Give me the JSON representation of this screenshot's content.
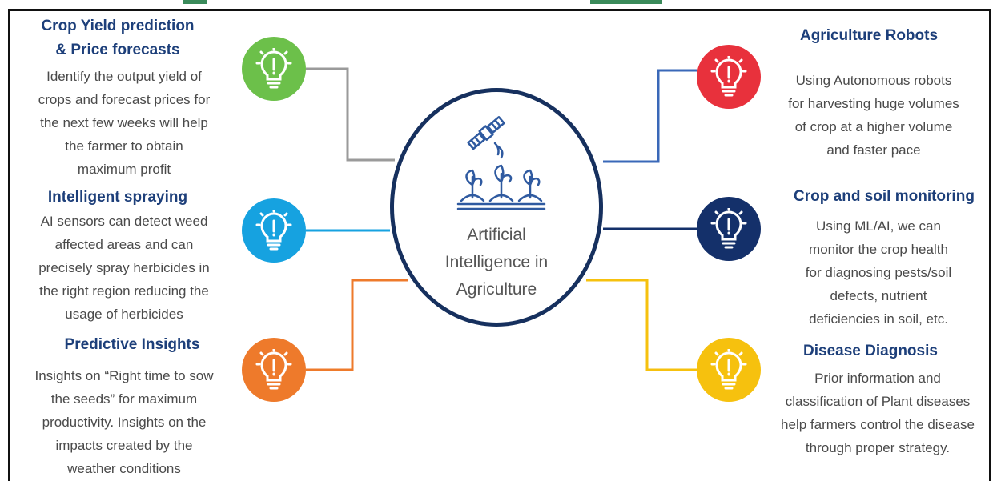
{
  "hub": {
    "label_lines": [
      "Artificial",
      "Intelligence in",
      "Agriculture"
    ],
    "icon": "satellite-plants-icon"
  },
  "left": [
    {
      "title_lines": [
        "Crop Yield prediction",
        "& Price forecasts"
      ],
      "desc_lines": [
        "Identify the output yield of",
        "crops and forecast prices for",
        "the next few weeks will help",
        "the farmer to obtain",
        "maximum profit"
      ],
      "color": "#6cc04a",
      "icon": "lightbulb-icon"
    },
    {
      "title_lines": [
        "Intelligent spraying"
      ],
      "desc_lines": [
        "AI sensors can detect weed",
        "affected areas and can",
        "precisely spray herbicides in",
        "the right region reducing the",
        "usage of herbicides"
      ],
      "color": "#16a2e0",
      "icon": "lightbulb-icon"
    },
    {
      "title_lines": [
        "Predictive Insights"
      ],
      "desc_lines": [
        "Insights on “Right time to sow",
        "the seeds” for maximum",
        "productivity. Insights on the",
        "impacts created by the",
        "weather conditions"
      ],
      "color": "#ee7a2b",
      "icon": "lightbulb-icon"
    }
  ],
  "right": [
    {
      "title_lines": [
        "Agriculture Robots"
      ],
      "desc_lines": [
        "Using Autonomous robots",
        "for harvesting huge volumes",
        "of crop at a higher volume",
        "and faster pace"
      ],
      "color": "#e8313c",
      "icon": "lightbulb-icon"
    },
    {
      "title_lines": [
        "Crop and soil monitoring"
      ],
      "desc_lines": [
        "Using ML/AI, we can",
        "monitor the crop health",
        "for diagnosing pests/soil",
        "defects, nutrient",
        "deficiencies in soil, etc."
      ],
      "color": "#14306a",
      "icon": "lightbulb-icon"
    },
    {
      "title_lines": [
        "Disease Diagnosis"
      ],
      "desc_lines": [
        "Prior information and",
        "classification of Plant diseases",
        "help farmers control the disease",
        "through proper strategy."
      ],
      "color": "#f6c10e",
      "icon": "lightbulb-icon"
    }
  ],
  "connector_colors": {
    "left": [
      "#9a9a9a",
      "#16a2e0",
      "#ee7a2b"
    ],
    "right": [
      "#3a68b8",
      "#14306a",
      "#f6c10e"
    ]
  }
}
